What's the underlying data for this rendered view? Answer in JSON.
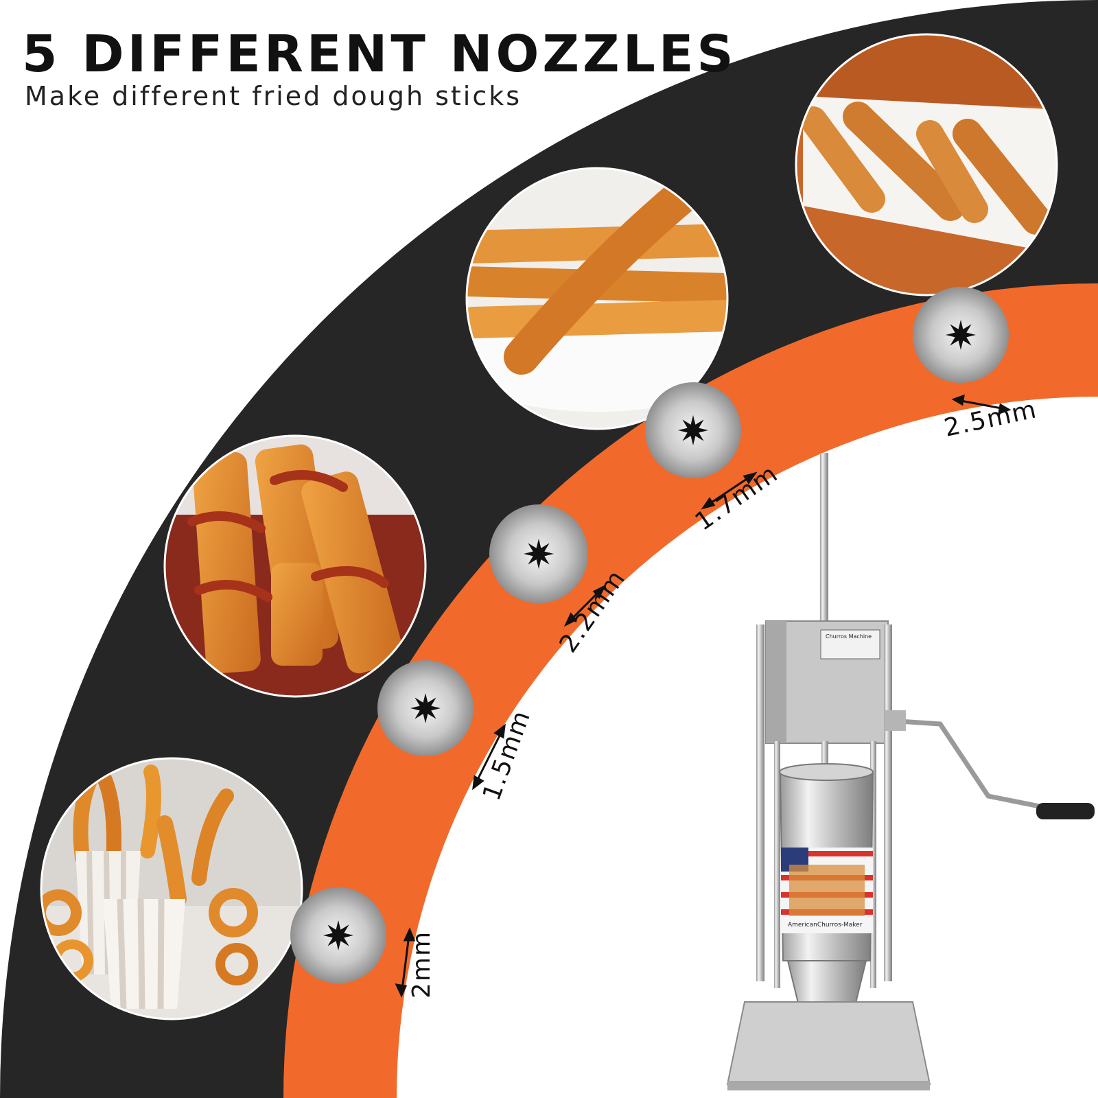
{
  "header": {
    "title": "5 DIFFERENT NOZZLES",
    "subtitle": "Make different fried dough sticks"
  },
  "colors": {
    "dark_band": "#262626",
    "orange_band": "#f26a2b",
    "background": "#ffffff"
  },
  "nozzles": [
    {
      "size": "2mm"
    },
    {
      "size": "1.5mm"
    },
    {
      "size": "2.2mm"
    },
    {
      "size": "1.7mm"
    },
    {
      "size": "2.5mm"
    }
  ],
  "photos": [
    {
      "name": "churros-in-paper-cups"
    },
    {
      "name": "churros-with-caramel-sauce"
    },
    {
      "name": "churros-on-sugar-plate"
    },
    {
      "name": "churros-on-white-tray"
    }
  ],
  "machine": {
    "label_top": "Churros Machine",
    "label_can": "AmericanChurros-Maker"
  }
}
